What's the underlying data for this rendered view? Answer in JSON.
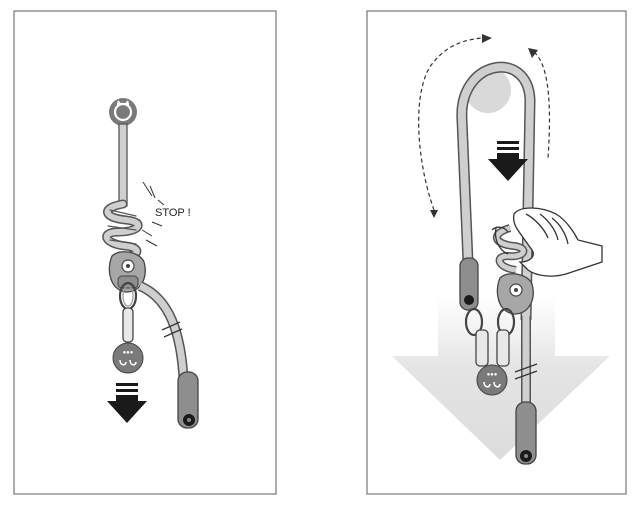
{
  "panels": [
    {
      "id": "left",
      "annotation": {
        "label": "STOP !"
      },
      "icons": [
        "anchor-icon",
        "load-weight-icon",
        "arrow-down-icon",
        "rope-cut-icon"
      ]
    },
    {
      "id": "right",
      "icons": [
        "friction-spot-icon",
        "hand-icon",
        "arrow-down-icon",
        "big-arrow-down-icon",
        "load-weight-icon"
      ]
    }
  ],
  "colors": {
    "border": "#777777",
    "rope": "#cfcfcf",
    "rope_outline": "#555555",
    "device": "#a7a7a7",
    "dark": "#222222",
    "big_arrow": "#e4e4e4",
    "spot": "#d9d9d9"
  }
}
